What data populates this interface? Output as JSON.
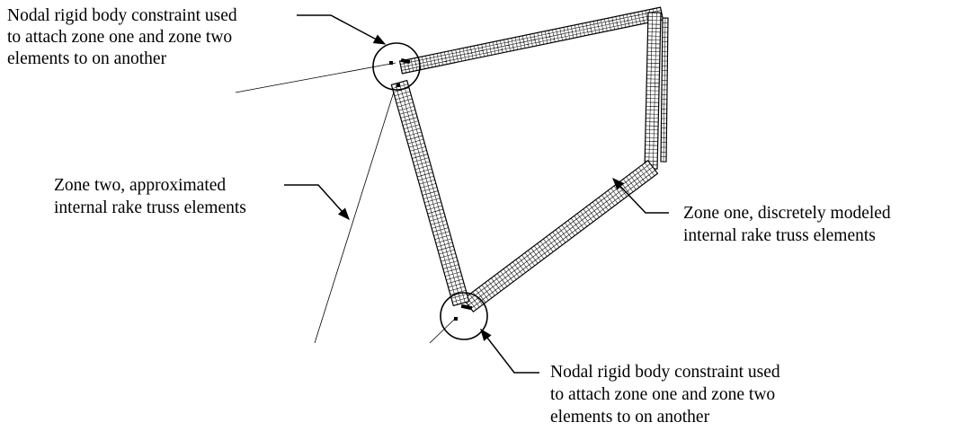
{
  "annotations": {
    "top_left": [
      "Nodal rigid body constraint used",
      "to attach zone one and zone two",
      "elements to on another"
    ],
    "zone_two": [
      "Zone two, approximated",
      "internal rake truss elements"
    ],
    "zone_one": [
      "Zone one, discretely modeled",
      "internal rake truss elements"
    ],
    "bottom": [
      "Nodal rigid body constraint used",
      "to attach zone one and zone two",
      "elements to on another"
    ]
  },
  "colors": {
    "ink": "#000000",
    "background": "#ffffff"
  }
}
